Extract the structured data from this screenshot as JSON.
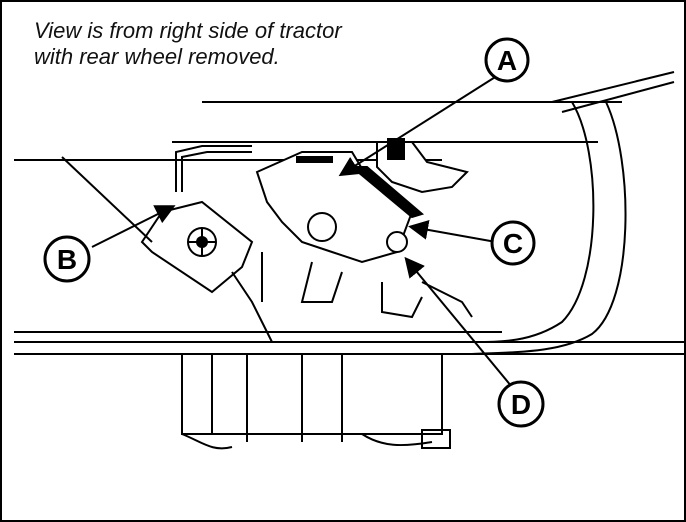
{
  "caption": {
    "line1": "View is from right side of tractor",
    "line2": "with rear wheel removed."
  },
  "callouts": {
    "a": "A",
    "b": "B",
    "c": "C",
    "d": "D"
  }
}
